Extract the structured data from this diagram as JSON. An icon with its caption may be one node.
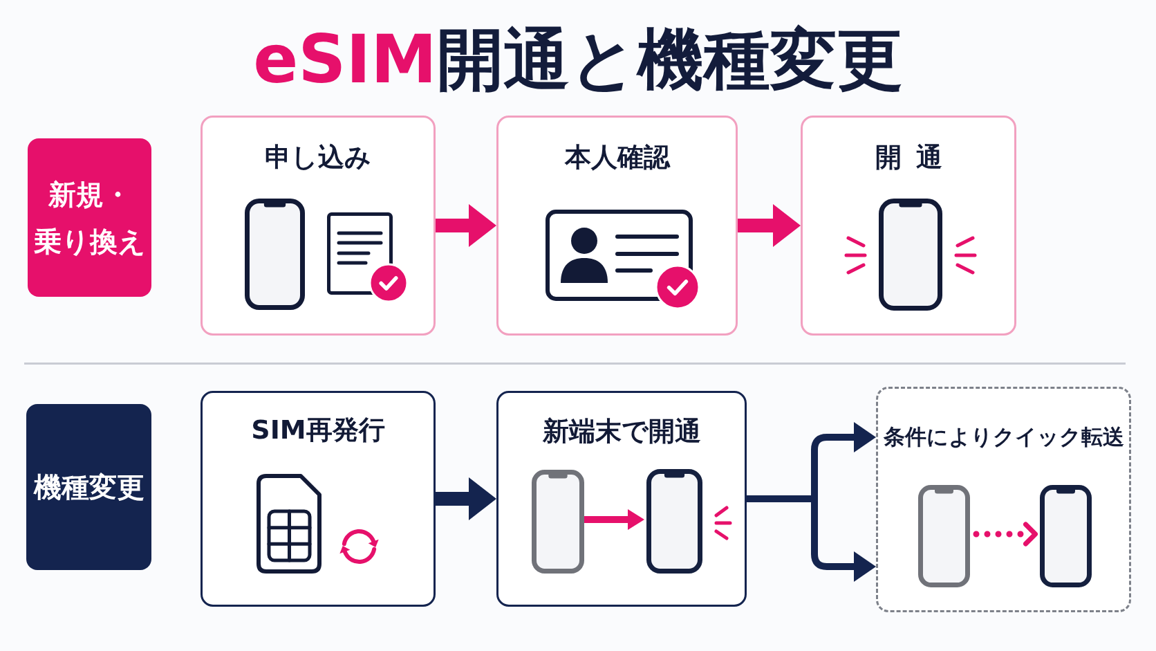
{
  "diagram": {
    "title": "eSIM開通と機種変更",
    "nodes": [
      {
        "text": [
          "新規・乗り換え"
        ]
      },
      {
        "text": [
          "申し込み"
        ]
      },
      {
        "text": [
          "本人確認"
        ]
      },
      {
        "text": [
          "開通"
        ]
      },
      {
        "text": [
          "機種変更"
        ]
      },
      {
        "text": [
          "SIM再発行"
        ]
      },
      {
        "text": [
          "新端末で開通"
        ]
      },
      {
        "text": [],
        "shape": "picture",
        "in": 6
      },
      {
        "text": [],
        "shape": "picture",
        "in": 6
      },
      {
        "text": [
          "条件によりクイック転送"
        ]
      },
      {
        "text": [],
        "shape": "picture",
        "in": 9
      },
      {
        "text": [],
        "shape": "picture",
        "in": 9
      }
    ],
    "edges": [
      {
        "from": 1,
        "to": 2,
        "arrow": "to"
      },
      {
        "from": 2,
        "to": 3,
        "arrow": "to"
      },
      {
        "from": 5,
        "to": 6,
        "arrow": "to",
        "color": "#14244f"
      },
      {
        "from": 6,
        "to": 9,
        "arrow": "to",
        "color": "#14244f"
      },
      {
        "from": 6,
        "to": 9,
        "arrow": "to",
        "color": "#14244f"
      },
      {
        "from": 7,
        "to": 8,
        "arrow": "to"
      },
      {
        "from": 10,
        "to": 11,
        "arrow": "to",
        "style": "dashed"
      }
    ]
  }
}
